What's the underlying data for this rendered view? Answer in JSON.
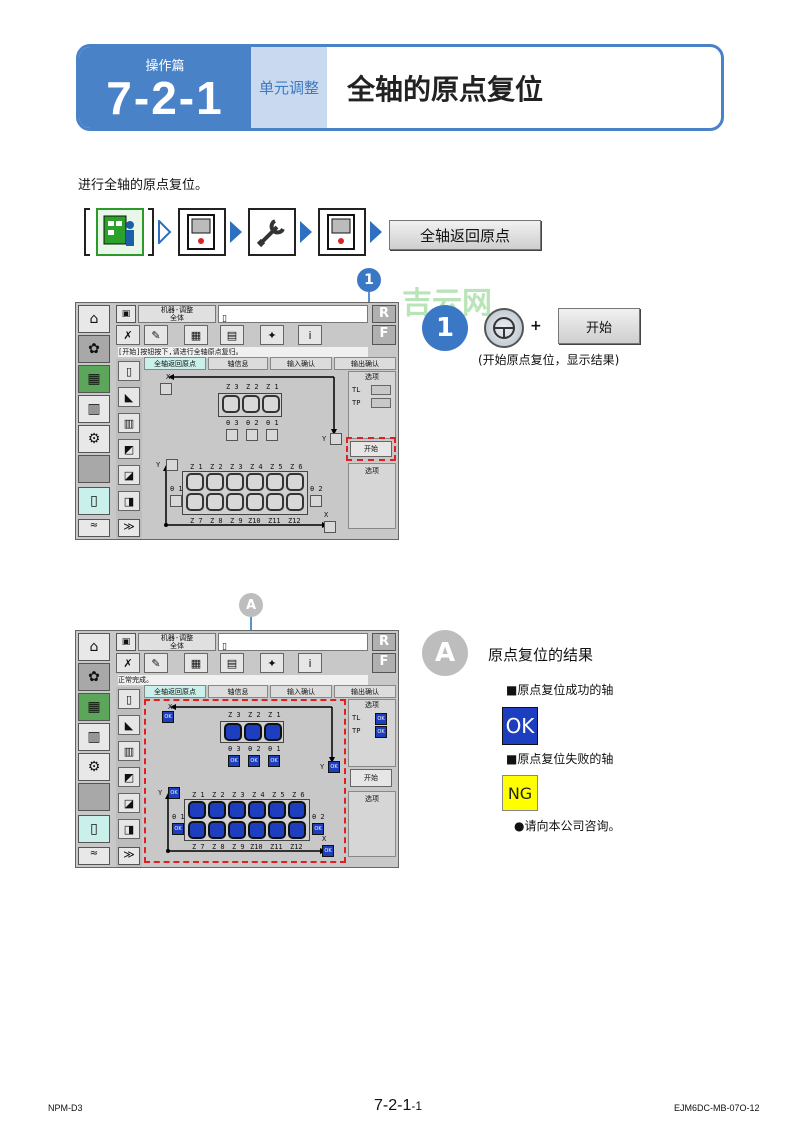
{
  "header": {
    "section": "操作篇",
    "number": "7-2-1",
    "category": "单元调整",
    "title": "全轴的原点复位"
  },
  "intro": "进行全轴的原点复位。",
  "nav": {
    "final_button": "全轴返回原点"
  },
  "watermark": "吉云网",
  "screen": {
    "title_line1": "机器-调整",
    "title_line2": "全体",
    "message_1": "[开始]按钮按下,请进行全轴原点复归。",
    "message_2": "正常完成。",
    "tabs": [
      "全轴返回原点",
      "轴信息",
      "输入确认",
      "输出确认"
    ],
    "side_select": "选项",
    "tl": "TL",
    "tp": "TP",
    "start": "开始",
    "options": "选项",
    "top_heads": [
      "Z 3",
      "Z 2",
      "Z 1"
    ],
    "thetas": [
      "θ 3",
      "θ 2",
      "θ 1"
    ],
    "bottom_heads_top": [
      "Z 1",
      "Z 2",
      "Z 3",
      "Z 4",
      "Z 5",
      "Z 6"
    ],
    "bottom_heads_bottom": [
      "Z 7",
      "Z 8",
      "Z 9",
      "Z10",
      "Z11",
      "Z12"
    ],
    "theta1": "θ 1",
    "theta2": "θ 2",
    "x": "X",
    "y": "Y",
    "ok": "OK",
    "r_label": "R",
    "f_label": "F"
  },
  "step1": {
    "number": "1",
    "plus": "+",
    "button": "开始",
    "caption": "(开始原点复位，显示结果)"
  },
  "stepA": {
    "letter": "A",
    "title": "原点复位的结果",
    "success": "■原点复位成功的轴",
    "ok": "OK",
    "fail": "■原点复位失败的轴",
    "ng": "NG",
    "contact": "●请向本公司咨询。"
  },
  "footer": {
    "left": "NPM-D3",
    "center_main": "7-2-1",
    "center_sub": "-1",
    "right": "EJM6DC-MB-07O-12"
  },
  "colors": {
    "accent_blue": "#4a82c8",
    "ok_blue": "#1d3fbf",
    "ng_yellow": "#ffff00",
    "highlight_red": "#e02020"
  }
}
